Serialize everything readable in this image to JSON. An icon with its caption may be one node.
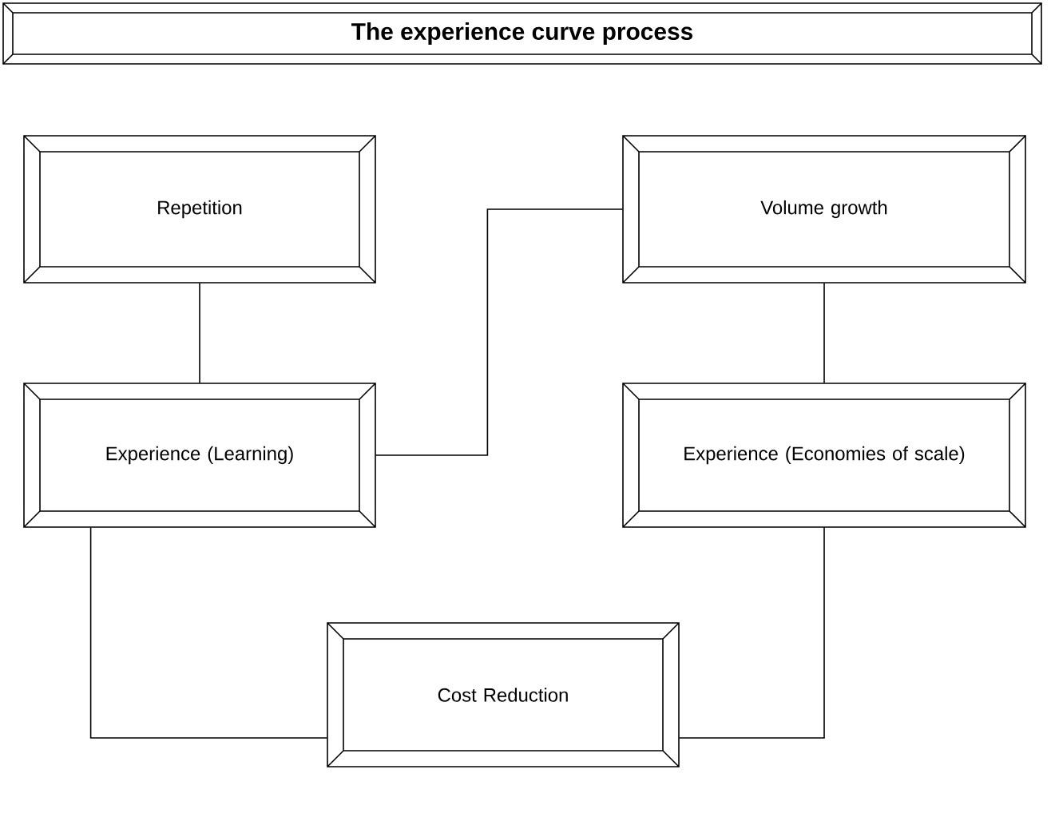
{
  "diagram": {
    "title": "The experience curve process",
    "nodes": [
      {
        "text": [
          "Repetition"
        ]
      },
      {
        "text": [
          "Volume growth"
        ]
      },
      {
        "text": [
          "Experience (Learning)"
        ]
      },
      {
        "text": [
          "Experience (Economies of scale)"
        ]
      },
      {
        "text": [
          "Cost Reduction"
        ]
      }
    ],
    "edges": [
      {
        "from": 0,
        "to": 2,
        "arrow": "none"
      },
      {
        "from": 2,
        "to": 1,
        "arrow": "none"
      },
      {
        "from": 1,
        "to": 3,
        "arrow": "none"
      },
      {
        "from": 2,
        "to": 4,
        "arrow": "none"
      },
      {
        "from": 3,
        "to": 4,
        "arrow": "none"
      }
    ]
  }
}
